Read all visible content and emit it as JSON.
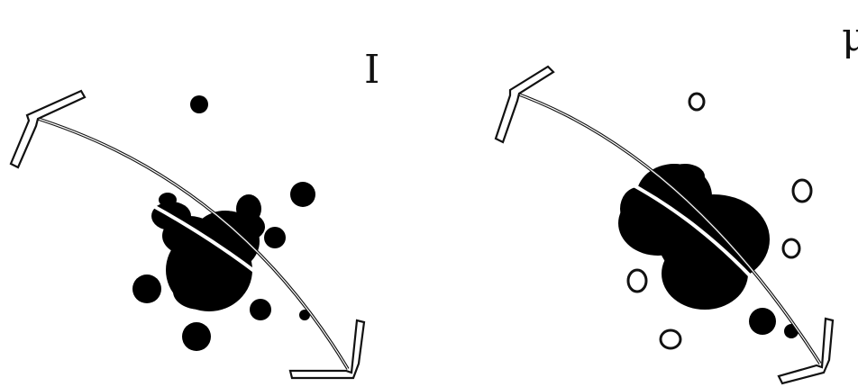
{
  "panels": [
    {
      "id": "left",
      "label": "I"
    },
    {
      "id": "right",
      "label": "μ"
    }
  ]
}
